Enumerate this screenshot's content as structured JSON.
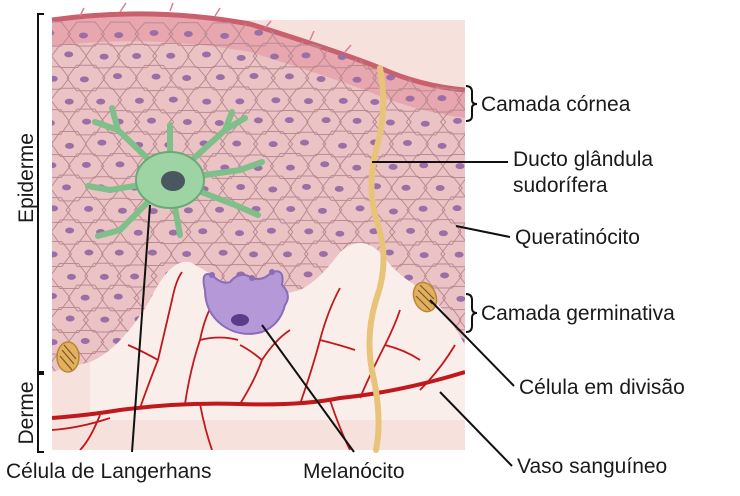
{
  "labels": {
    "camada_cornea": "Camada córnea",
    "ducto_line1": "Ducto glândula",
    "ducto_line2": "sudorífera",
    "queratinocito": "Queratinócito",
    "camada_germinativa": "Camada germinativa",
    "celula_divisao": "Célula em divisão",
    "vaso_sanguineo": "Vaso sanguíneo",
    "langerhans": "Célula de Langerhans",
    "melanocito": "Melanócito",
    "epiderme": "Epiderme",
    "derme": "Derme"
  },
  "colors": {
    "stratum_corneum": "#e8a6ae",
    "corneum_edge": "#c9606e",
    "epidermis": "#ecc3c4",
    "cell_border": "#b98a93",
    "nucleus": "#9a6fa8",
    "dermis": "#f6e1dc",
    "papilla": "#faecea",
    "langerhans_cell": "#7ebf8a",
    "melanocyte": "#a98ad0",
    "duct": "#e8c47a",
    "vessel": "#c0181c",
    "dividing_cell": "#e2b060"
  }
}
